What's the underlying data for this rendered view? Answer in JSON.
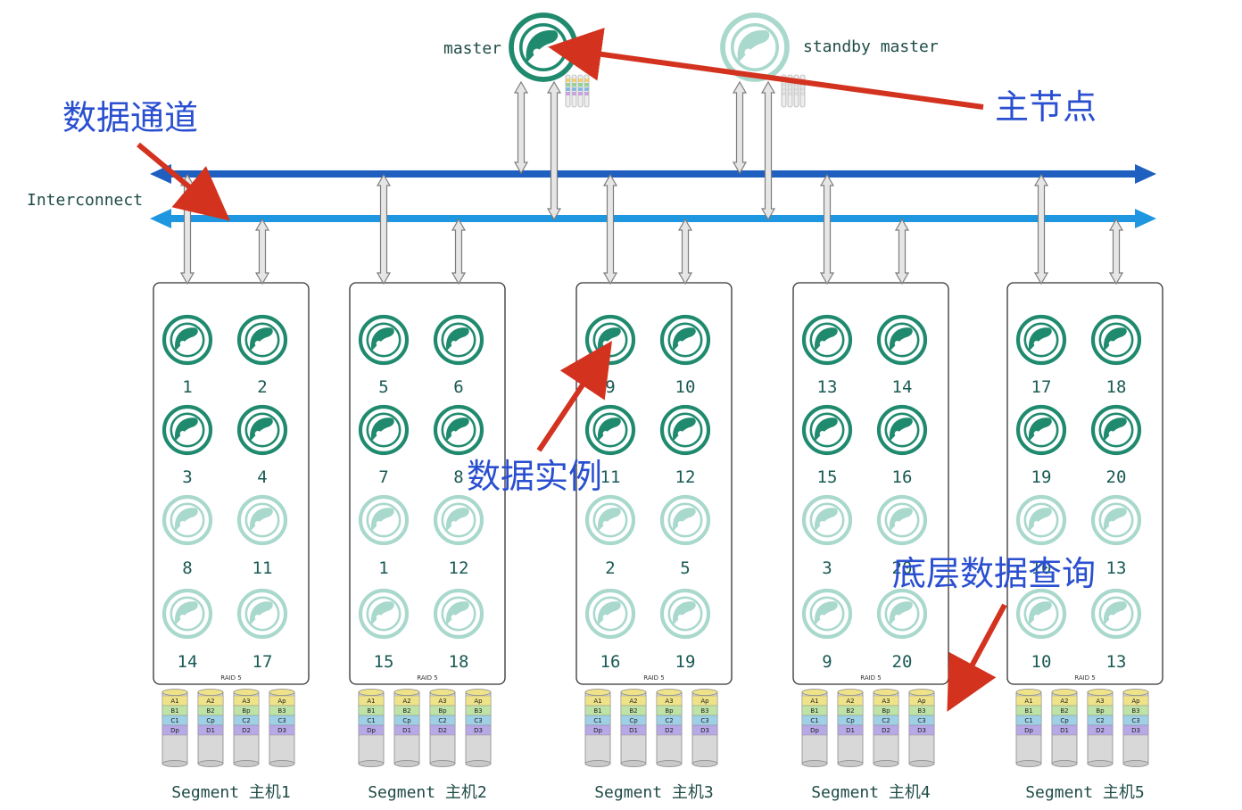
{
  "labels": {
    "master": "master",
    "standby": "standby master",
    "interconnect": "Interconnect",
    "raid": "RAID 5"
  },
  "annotations": {
    "main_node": "主节点",
    "data_channel": "数据通道",
    "data_instance": "数据实例",
    "storage_query": "底层数据查询"
  },
  "hosts": [
    {
      "name": "Segment 主机1",
      "primary": [
        "1",
        "2",
        "3",
        "4"
      ],
      "mirror": [
        "8",
        "11",
        "14",
        "17"
      ]
    },
    {
      "name": "Segment 主机2",
      "primary": [
        "5",
        "6",
        "7",
        "8"
      ],
      "mirror": [
        "1",
        "12",
        "15",
        "18"
      ]
    },
    {
      "name": "Segment 主机3",
      "primary": [
        "9",
        "10",
        "11",
        "12"
      ],
      "mirror": [
        "2",
        "5",
        "16",
        "19"
      ]
    },
    {
      "name": "Segment 主机4",
      "primary": [
        "13",
        "14",
        "15",
        "16"
      ],
      "mirror": [
        "3",
        "20",
        "9",
        "20"
      ]
    },
    {
      "name": "Segment 主机5",
      "primary": [
        "17",
        "18",
        "19",
        "20"
      ],
      "mirror": [
        "10",
        "13",
        "10",
        "13"
      ]
    }
  ],
  "disks": [
    [
      "A1",
      "B1",
      "C1",
      "Dp"
    ],
    [
      "A2",
      "B2",
      "Cp",
      "D1"
    ],
    [
      "A3",
      "Bp",
      "C2",
      "D2"
    ],
    [
      "Ap",
      "B3",
      "C3",
      "D3"
    ]
  ],
  "colors": {
    "primary": "#1f8a6e",
    "mirror": "#a9d8cc",
    "bus_top": "#1f5fbf",
    "bus_bottom": "#1e97e0",
    "annotation_arrow": "#d3321f",
    "annotation_text": "#2a4fd0"
  }
}
